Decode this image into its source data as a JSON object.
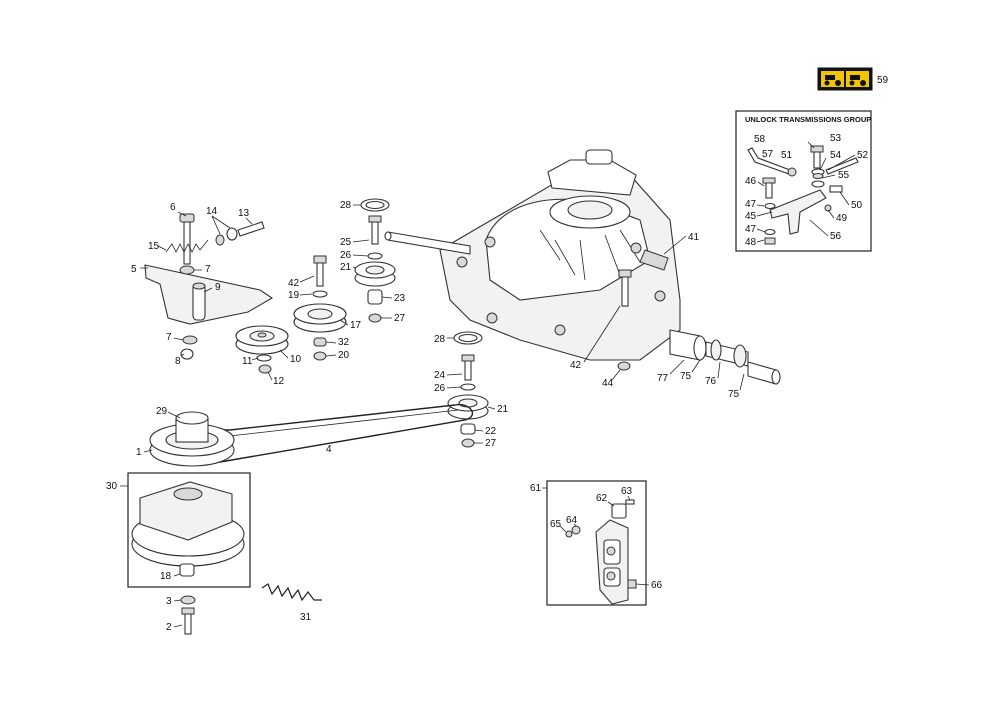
{
  "inset_title": "UNLOCK TRANSMISSIONS GROUP",
  "badge_callout": "59",
  "badge_colors": {
    "background": "#f2c500",
    "icon": "#111111"
  },
  "callouts": {
    "p1": "1",
    "p2": "2",
    "p3": "3",
    "p4": "4",
    "p5": "5",
    "p6": "6",
    "p7a": "7",
    "p7b": "7",
    "p8": "8",
    "p9": "9",
    "p10": "10",
    "p11": "11",
    "p12": "12",
    "p13": "13",
    "p14": "14",
    "p15": "15",
    "p17": "17",
    "p18": "18",
    "p19": "19",
    "p20": "20",
    "p21a": "21",
    "p21b": "21",
    "p22": "22",
    "p23": "23",
    "p24": "24",
    "p25": "25",
    "p26a": "26",
    "p26b": "26",
    "p27a": "27",
    "p27b": "27",
    "p28a": "28",
    "p28b": "28",
    "p29": "29",
    "p30": "30",
    "p31": "31",
    "p32": "32",
    "p41": "41",
    "p42a": "42",
    "p42b": "42",
    "p44": "44",
    "p45": "45",
    "p46": "46",
    "p47a": "47",
    "p47b": "47",
    "p48": "48",
    "p49": "49",
    "p50": "50",
    "p51": "51",
    "p52": "52",
    "p53": "53",
    "p54": "54",
    "p55": "55",
    "p56": "56",
    "p57": "57",
    "p58": "58",
    "p61": "61",
    "p62": "62",
    "p63": "63",
    "p64": "64",
    "p65": "65",
    "p66": "66",
    "p75a": "75",
    "p75b": "75",
    "p76": "76",
    "p77": "77"
  }
}
